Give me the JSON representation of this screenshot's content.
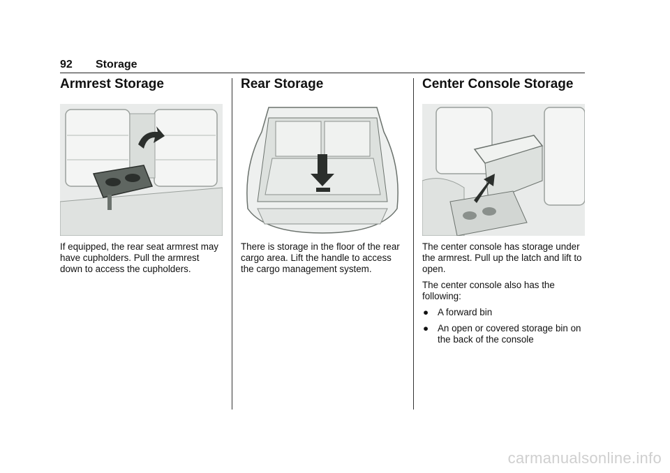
{
  "header": {
    "page_number": "92",
    "title": "Storage"
  },
  "columns": [
    {
      "heading": "Armrest Storage",
      "paragraphs": [
        "If equipped, the rear seat armrest may have cupholders. Pull the armrest down to access the cupholders."
      ]
    },
    {
      "heading": "Rear Storage",
      "paragraphs": [
        "There is storage in the floor of the rear cargo area. Lift the handle to access the cargo management system."
      ]
    },
    {
      "heading": "Center Console Storage",
      "paragraphs": [
        "The center console has storage under the armrest. Pull up the latch and lift to open.",
        "The center console also has the following:"
      ],
      "bullet_glyph": "●",
      "bullets": [
        "A forward bin",
        "An open or covered storage bin on the back of the console"
      ]
    }
  ],
  "watermark": "carmanualsonline.info"
}
